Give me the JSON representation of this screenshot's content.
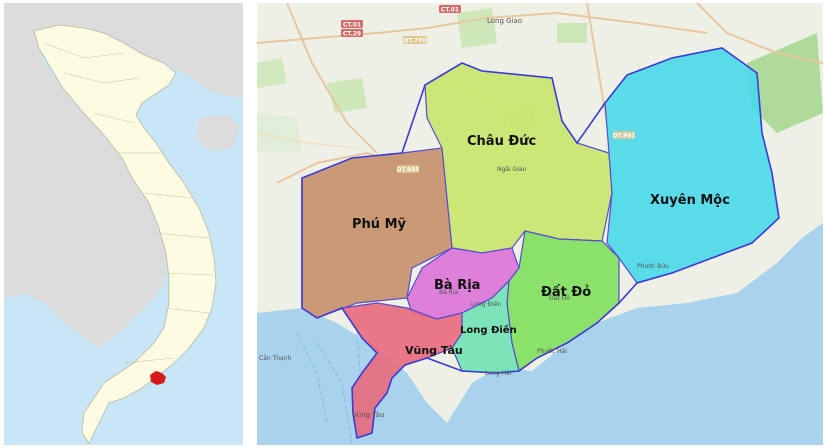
{
  "locator_map": {
    "country": "Vietnam",
    "highlight_color": "#d7191c",
    "land_color": "#fdfbe1",
    "neighbor_color": "#dcdcdc",
    "sea_color": "#c8e6f5"
  },
  "regional_map": {
    "colors": {
      "sea": "#a9d3ec",
      "land": "#eef0e6"
    },
    "districts": [
      {
        "id": "chau-duc",
        "label": "Châu Đức",
        "color": "#c7e66a"
      },
      {
        "id": "xuyen-moc",
        "label": "Xuyên Mộc",
        "color": "#49d8ea"
      },
      {
        "id": "phu-my",
        "label": "Phú Mỹ",
        "color": "#c58f6c"
      },
      {
        "id": "ba-ria",
        "label": "Bà Rịa",
        "color": "#dc73d8"
      },
      {
        "id": "dat-do",
        "label": "Đất Đỏ",
        "color": "#7fe05c"
      },
      {
        "id": "long-dien",
        "label": "Long Điền",
        "color": "#6fe2b2"
      },
      {
        "id": "vung-tau",
        "label": "Vũng Tàu",
        "color": "#e8697d"
      }
    ],
    "road_shields": [
      "CT.01",
      "CT.29",
      "DT.770",
      "DT.991",
      "DT.995",
      "CT.01"
    ],
    "place_labels": [
      "Long Giao",
      "Vũng Tàu",
      "Cần Thạnh",
      "Ngãi Giao",
      "Phước Bửu",
      "Phước Hải",
      "Long Điền",
      "Đất Đỏ",
      "Bà Rịa",
      "Long Hải"
    ]
  }
}
